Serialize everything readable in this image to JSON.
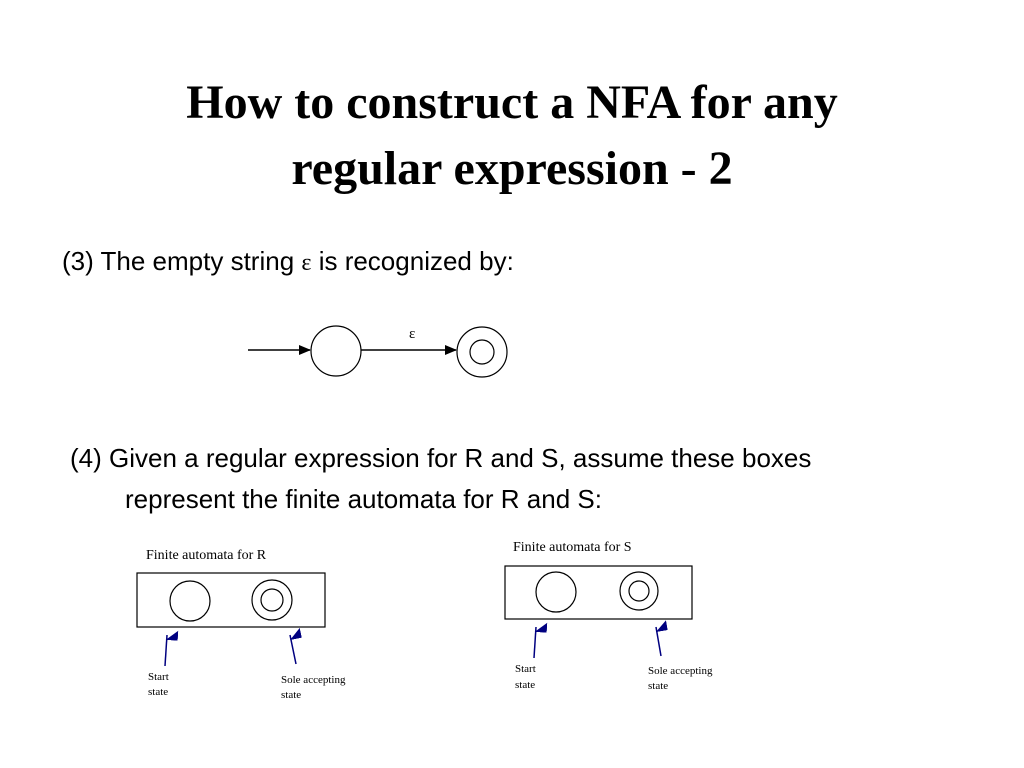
{
  "slide": {
    "title_line1": "How to construct a NFA for any",
    "title_line2": "regular expression - 2"
  },
  "rule3": {
    "text_before": "(3) The empty string ",
    "epsilon": "ε",
    "text_after": " is recognized by:"
  },
  "epsilon_nfa": {
    "edge_label": "ε"
  },
  "rule4": {
    "line1": "(4) Given a regular expression for R and S, assume these boxes",
    "line2": "represent the finite automata for R and S:"
  },
  "automaton_r": {
    "caption": "Finite automata for R",
    "start_label_line1": "Start",
    "start_label_line2": "state",
    "accept_label_line1": "Sole accepting",
    "accept_label_line2": "state"
  },
  "automaton_s": {
    "caption": "Finite automata for S",
    "start_label_line1": "Start",
    "start_label_line2": "state",
    "accept_label_line1": "Sole accepting",
    "accept_label_line2": "state"
  },
  "colors": {
    "pointer_arrows": "#000080",
    "text": "#000000",
    "background": "#ffffff"
  }
}
